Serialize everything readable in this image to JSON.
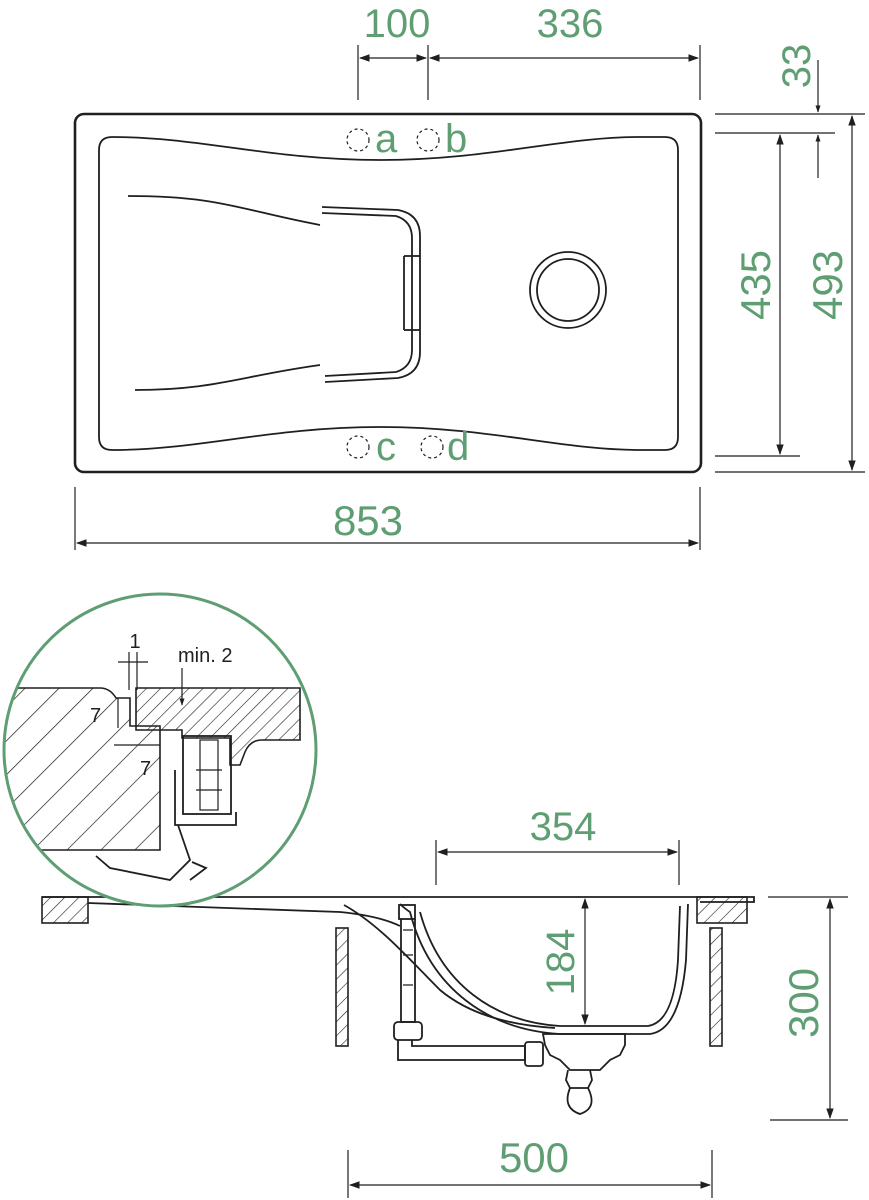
{
  "top_view": {
    "dimensions": {
      "hole_spacing": "100",
      "hole_to_edge": "336",
      "top_offset": "33",
      "bowl_depth": "435",
      "total_depth": "493",
      "total_width": "853"
    },
    "tap_holes": [
      "a",
      "b",
      "c",
      "d"
    ]
  },
  "detail_view": {
    "labels": {
      "gap": "1",
      "min_clearance": "min. 2",
      "edge_height": "7",
      "edge_width": "7"
    }
  },
  "side_view": {
    "dimensions": {
      "bowl_width": "354",
      "bowl_depth": "184",
      "total_height": "300",
      "cabinet_width": "500"
    }
  },
  "colors": {
    "line": "#1f1f1f",
    "dimension_text": "#5e9e72",
    "detail_circle": "#5e9e72"
  }
}
